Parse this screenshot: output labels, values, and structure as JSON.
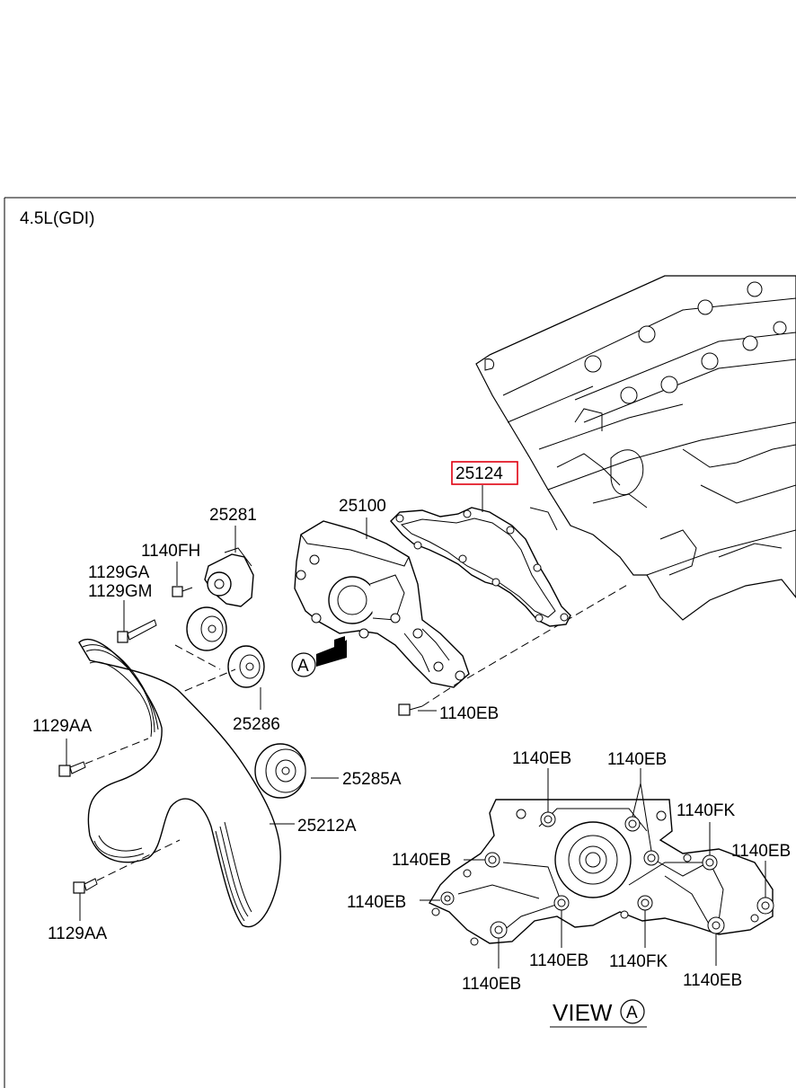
{
  "title": "4.5L(GDI)",
  "highlight_color": "#e0000f",
  "view_letter": "A",
  "view_label": "VIEW",
  "callout_letter": "A",
  "labels": {
    "p25124": "25124",
    "p25100": "25100",
    "p25281": "25281",
    "p1140FH": "1140FH",
    "p1129GA": "1129GA",
    "p1129GM": "1129GM",
    "p25286": "25286",
    "p1129AA_top": "1129AA",
    "p1129AA_bottom": "1129AA",
    "p25285A": "25285A",
    "p25212A": "25212A",
    "p1140EB_main": "1140EB"
  },
  "view_labels": {
    "eb_top_left": "1140EB",
    "eb_top_right": "1140EB",
    "fk_right": "1140FK",
    "eb_far_right": "1140EB",
    "eb_left_upper": "1140EB",
    "eb_left_lower": "1140EB",
    "eb_bottom_center": "1140EB",
    "fk_bottom": "1140FK",
    "eb_bottom_left": "1140EB",
    "eb_bottom_right": "1140EB"
  }
}
